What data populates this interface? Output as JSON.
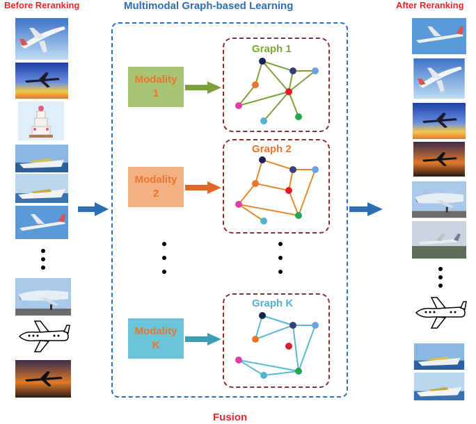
{
  "titles": {
    "before": "Before Reranking",
    "main": "Multimodal Graph-based Learning",
    "after": "After Reranking",
    "fusion": "Fusion"
  },
  "modalities": [
    {
      "label_line1": "Modality",
      "label_line2": "1",
      "fill": "#a8c474",
      "text_color": "#e8742e",
      "arrow_color": "#7da13a"
    },
    {
      "label_line1": "Modality",
      "label_line2": "2",
      "fill": "#f6b183",
      "text_color": "#e8742e",
      "arrow_color": "#e0692a"
    },
    {
      "label_line1": "Modality",
      "label_line2": "K",
      "fill": "#6cc4d8",
      "text_color": "#e8742e",
      "arrow_color": "#3a9fb5"
    }
  ],
  "graphs": [
    {
      "title": "Graph 1",
      "title_color": "#7ea63a",
      "edge_color": "#7da13a"
    },
    {
      "title": "Graph 2",
      "title_color": "#e8742e",
      "edge_color": "#e38a2c"
    },
    {
      "title": "Graph K",
      "title_color": "#4fb3cf",
      "edge_color": "#5bb9d2"
    }
  ],
  "node_colors": {
    "a": "#1a2254",
    "b": "#35407a",
    "c": "#6aa0dd",
    "d": "#e8742e",
    "e": "#e21b2b",
    "f": "#e23ea5",
    "g": "#1fa84f",
    "h": "#4fb3cf"
  },
  "before_images": [
    "airplane-photo",
    "airplane-sunset-photo",
    "cake-photo",
    "yacht-photo",
    "yacht-photo",
    "airplane-photo",
    "airliner-photo",
    "airplane-drawing",
    "airplane-sunset-photo"
  ],
  "after_images": [
    "airliner-photo",
    "airplane-photo",
    "airplane-sunset-photo",
    "airplane-sunset-photo",
    "airliner-photo",
    "airliner-photo",
    "airplane-drawing",
    "yacht-photo",
    "yacht-photo"
  ],
  "colors": {
    "blue_arrow": "#2f6db5",
    "red_title": "#e8282b"
  }
}
